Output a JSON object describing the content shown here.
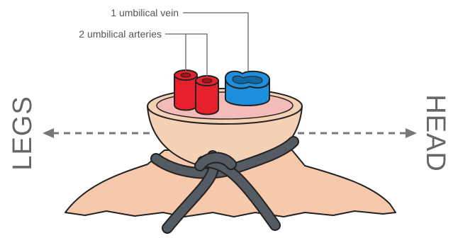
{
  "labels": {
    "vein": "1 umbilical vein",
    "arteries": "2 umbilical arteries",
    "left_direction": "LEGS",
    "right_direction": "HEAD"
  },
  "colors": {
    "skin": "#f6c9ac",
    "stump": "#f4d0b5",
    "stump_inner": "#f3bcb8",
    "artery": "#e8202b",
    "vein": "#1e8fdc",
    "clamp": "#545b62",
    "leader_line": "#666666",
    "arrow": "#777777"
  },
  "icons": {
    "left_arrow": "arrow-left-icon",
    "right_arrow": "arrow-right-icon"
  }
}
